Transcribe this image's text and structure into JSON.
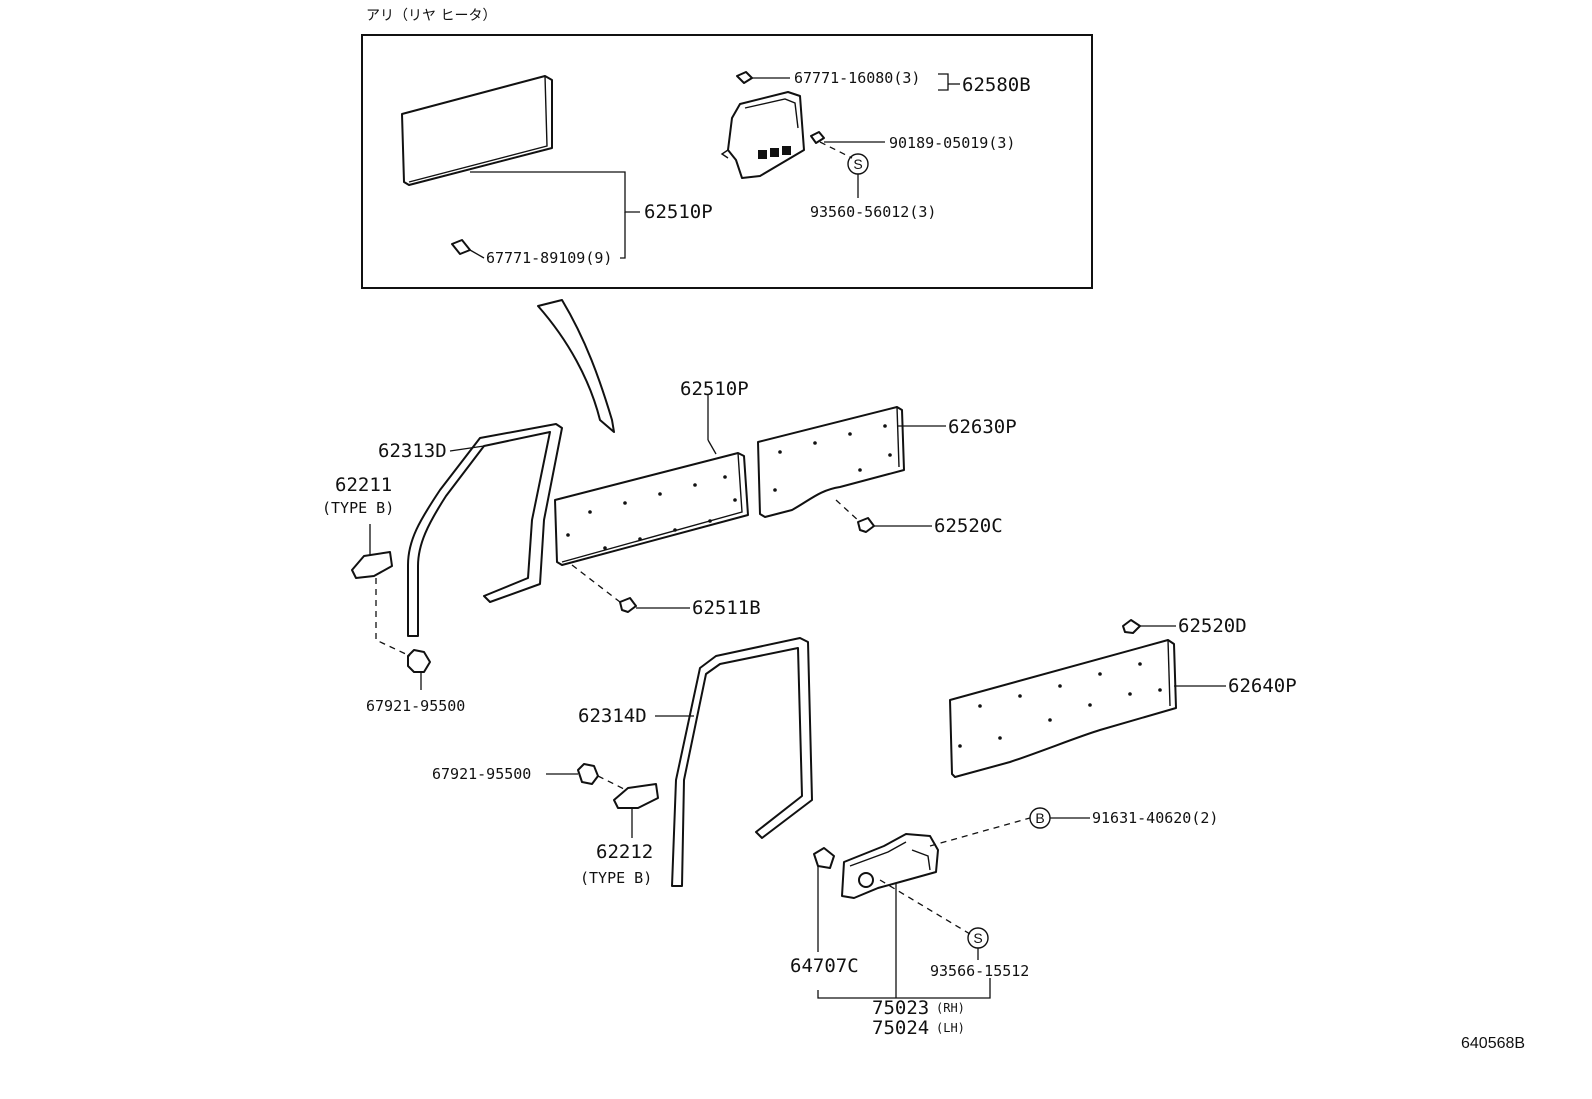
{
  "note": "アリ（リヤ ヒータ）",
  "diagram_id": "640568B",
  "callouts": {
    "p67771_16080": "67771-16080(3)",
    "p62580B": "62580B",
    "p90189_05019": "90189-05019(3)",
    "p93560_56012": "93560-56012(3)",
    "p62510P_inset": "62510P",
    "p67771_89109": "67771-89109(9)",
    "p62510P": "62510P",
    "p62630P": "62630P",
    "p62313D": "62313D",
    "p62211": "62211",
    "p62211_type": "(TYPE B)",
    "p62520C": "62520C",
    "p62511B": "62511B",
    "p67921_95500_a": "67921-95500",
    "p62520D": "62520D",
    "p62640P": "62640P",
    "p62314D": "62314D",
    "p67921_95500_b": "67921-95500",
    "p62212": "62212",
    "p62212_type": "(TYPE B)",
    "p91631_40620": "91631-40620(2)",
    "p64707C": "64707C",
    "p93566_15512": "93566-15512",
    "p75023": "75023",
    "p75023_side": "(RH)",
    "p75024": "75024",
    "p75024_side": "(LH)"
  },
  "symbols": {
    "seal_s": "S",
    "seal_b": "B"
  }
}
